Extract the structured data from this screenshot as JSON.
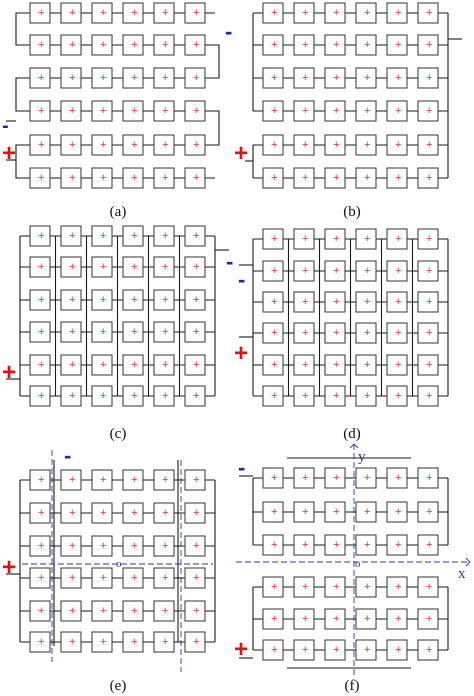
{
  "colors": {
    "wire": "#1a1a1a",
    "module_border": "#333333",
    "module_plus": "#e03030",
    "terminal_plus": "#e01010",
    "terminal_minus": "#1a2aa0",
    "axis": "#2a3aa0"
  },
  "module_symbol": "+",
  "panels": [
    {
      "caption": "(a)",
      "plus_label": "+",
      "minus_label": "-"
    },
    {
      "caption": "(b)",
      "plus_label": "+",
      "minus_label": "-"
    },
    {
      "caption": "(c)",
      "plus_label": "+",
      "minus_label": "-"
    },
    {
      "caption": "(d)",
      "plus_label": "+",
      "minus_label": "-"
    },
    {
      "caption": "(e)",
      "plus_label": "+",
      "minus_label": "-",
      "origin_label": "o"
    },
    {
      "caption": "(f)",
      "plus_label": "+",
      "minus_label": "-",
      "origin_label": "o",
      "x_label": "x",
      "y_label": "y"
    }
  ],
  "grid": {
    "rows": 6,
    "cols": 6
  }
}
